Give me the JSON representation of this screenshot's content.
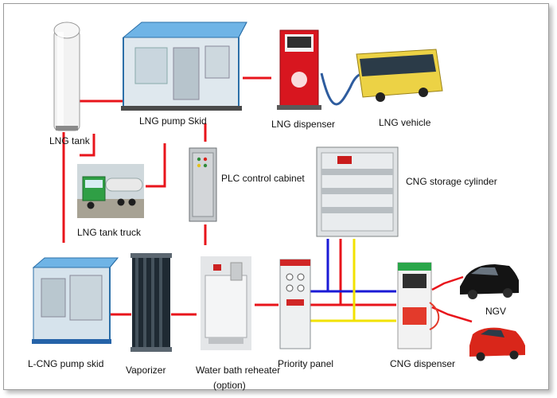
{
  "diagram": {
    "labels": {
      "lng_tank": "LNG tank",
      "lng_pump_skid": "LNG pump Skid",
      "lng_dispenser": "LNG dispenser",
      "lng_vehicle": "LNG vehicle",
      "plc_control_cabinet": "PLC control cabinet",
      "cng_storage_cylinder": "CNG storage cylinder",
      "lng_tank_truck": "LNG tank truck",
      "lcng_pump_skid": "L-CNG pump skid",
      "vaporizer": "Vaporizer",
      "water_bath_reheater": "Water bath reheater",
      "water_bath_option": "(option)",
      "priority_panel": "Priority panel",
      "cng_dispenser": "CNG dispenser",
      "ngv": "NGV"
    },
    "colors": {
      "liquid_line": "#e8141b",
      "blue_line": "#1a1ad6",
      "yellow_line": "#f2e200",
      "hose": "#2e5c9e"
    }
  }
}
